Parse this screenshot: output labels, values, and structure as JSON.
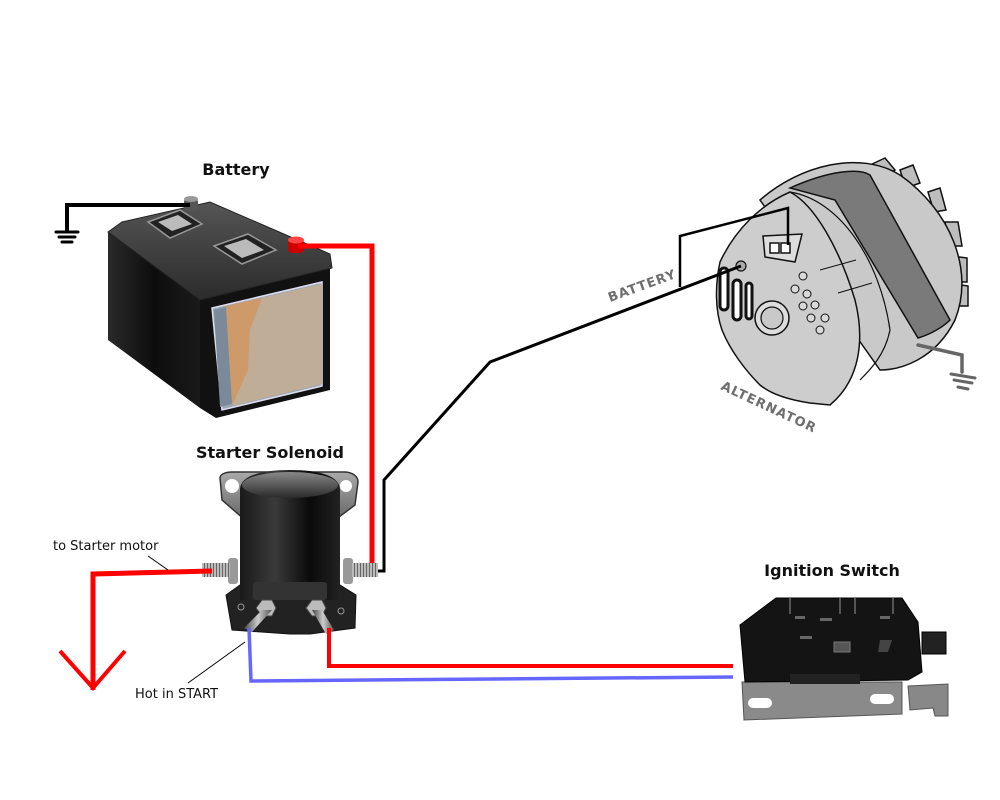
{
  "diagram": {
    "title": "Starter solenoid wiring diagram",
    "components": {
      "battery": {
        "label": "Battery"
      },
      "solenoid": {
        "label": "Starter Solenoid"
      },
      "alternator": {
        "label": "ALTERNATOR",
        "terminal_label": "BATTERY"
      },
      "ignition_switch": {
        "label": "Ignition Switch"
      }
    },
    "annotations": {
      "starter_motor": "to Starter motor",
      "hot_in_start": "Hot in START"
    },
    "wires": [
      {
        "name": "battery-positive-to-solenoid",
        "color": "#ff0000"
      },
      {
        "name": "solenoid-to-starter-motor",
        "color": "#ff0000"
      },
      {
        "name": "solenoid-to-alternator-battery",
        "color": "#000000"
      },
      {
        "name": "solenoid-to-ignition-switch",
        "color": "#ff0000"
      },
      {
        "name": "ignition-switch-start-to-solenoid",
        "color": "#6666ff"
      },
      {
        "name": "battery-negative-ground",
        "color": "#000000"
      },
      {
        "name": "alternator-ground",
        "color": "#666666"
      }
    ]
  }
}
